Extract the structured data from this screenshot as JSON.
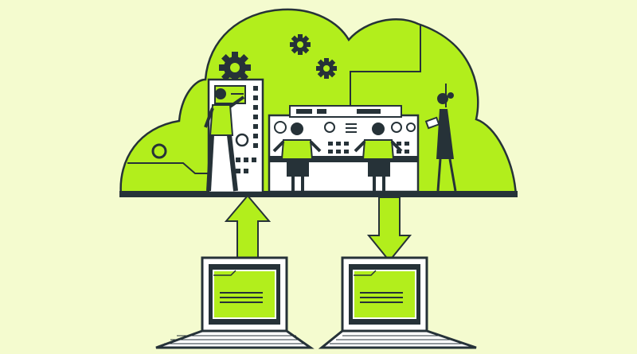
{
  "colors": {
    "background": "#f4fbcf",
    "accent_green": "#b2ee1c",
    "ink": "#263238",
    "white": "#ffffff"
  },
  "scene": {
    "subject": "cloud-computing-illustration",
    "icons": [
      "cloud-icon",
      "gear-icon",
      "server-rack-icon",
      "control-panel-icon",
      "arrow-up-icon",
      "arrow-down-icon",
      "laptop-icon",
      "document-icon",
      "tablet-icon"
    ],
    "people": [
      "technician-at-rack",
      "operator-left",
      "operator-right",
      "woman-with-tablet"
    ]
  }
}
